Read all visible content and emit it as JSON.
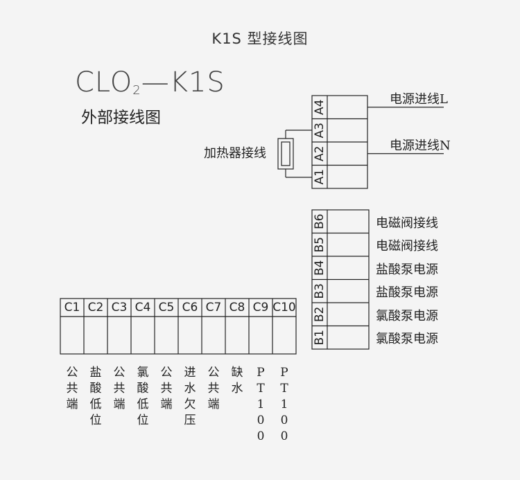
{
  "title": "K1S 型接线图",
  "model": {
    "prefix": "CLO",
    "subscript": "2",
    "suffix": "—K1S"
  },
  "subtitle": "外部接线图",
  "heater_label": "加热器接线",
  "a_terminals": [
    {
      "id": "A4",
      "label": "电源进线L"
    },
    {
      "id": "A3",
      "label": ""
    },
    {
      "id": "A2",
      "label": "电源进线N"
    },
    {
      "id": "A1",
      "label": ""
    }
  ],
  "b_terminals": [
    {
      "id": "B6",
      "label": "电磁阀接线"
    },
    {
      "id": "B5",
      "label": "电磁阀接线"
    },
    {
      "id": "B4",
      "label": "盐酸泵电源"
    },
    {
      "id": "B3",
      "label": "盐酸泵电源"
    },
    {
      "id": "B2",
      "label": "氯酸泵电源"
    },
    {
      "id": "B1",
      "label": "氯酸泵电源"
    }
  ],
  "c_terminals": [
    {
      "id": "C1",
      "label": "公\n共\n端"
    },
    {
      "id": "C2",
      "label": "盐\n酸\n低\n位"
    },
    {
      "id": "C3",
      "label": "公\n共\n端"
    },
    {
      "id": "C4",
      "label": "氯\n酸\n低\n位"
    },
    {
      "id": "C5",
      "label": "公\n共\n端"
    },
    {
      "id": "C6",
      "label": "进\n水\n欠\n压"
    },
    {
      "id": "C7",
      "label": "公\n共\n端"
    },
    {
      "id": "C8",
      "label": "缺\n水"
    },
    {
      "id": "C9",
      "label": "P\nT\n1\n0\n0"
    },
    {
      "id": "C10",
      "label": "P\nT\n1\n0\n0"
    }
  ]
}
